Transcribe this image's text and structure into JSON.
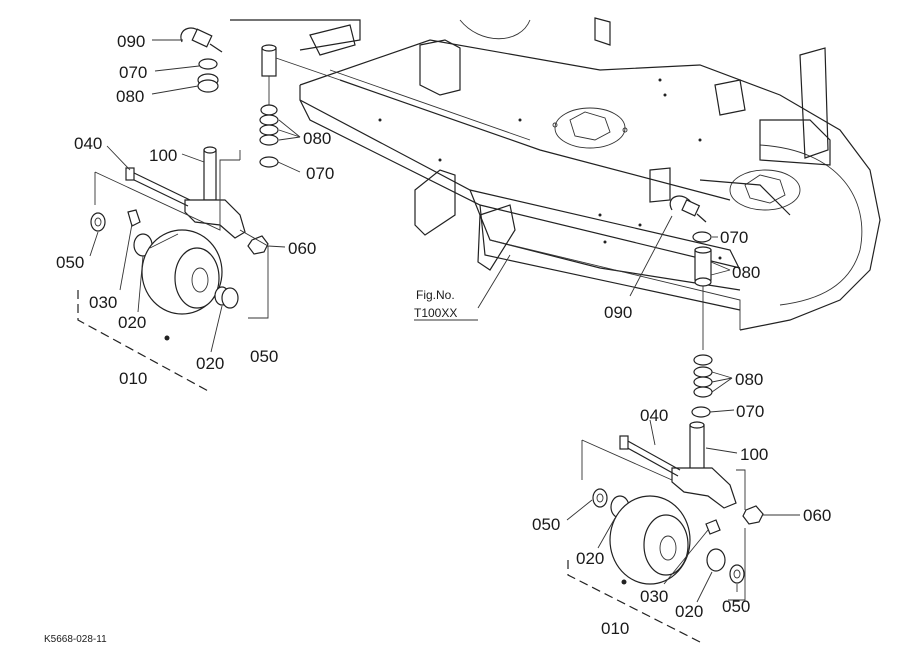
{
  "figure_code": "K5668-028-11",
  "figure_ref": {
    "line1": "Fig.No.",
    "line2": "T100XX"
  },
  "parts_left": {
    "p090": "090",
    "p070a": "070",
    "p080a": "080",
    "p080b": "080",
    "p070b": "070",
    "p040": "040",
    "p100": "100",
    "p050a": "050",
    "p060": "060",
    "p030": "030",
    "p020a": "020",
    "p020b": "020",
    "p050b": "050",
    "p010": "010"
  },
  "parts_right": {
    "p070a": "070",
    "p080a": "080",
    "p090": "090",
    "p080b": "080",
    "p070b": "070",
    "p040": "040",
    "p100": "100",
    "p060": "060",
    "p050a": "050",
    "p020a": "020",
    "p030": "030",
    "p020b": "020",
    "p050b": "050",
    "p010": "010"
  }
}
